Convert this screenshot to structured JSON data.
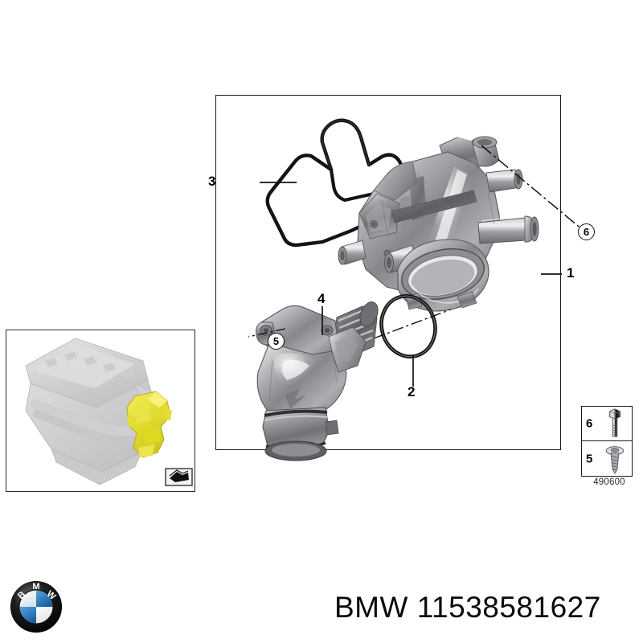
{
  "document": {
    "type": "parts-diagram",
    "brand": "BMW",
    "part_number": "11538581627",
    "footer_label": "BMW 11538581627",
    "diagram_reference": "490600"
  },
  "main_diagram": {
    "name": "thermostat-and-water-pump-housing-exploded-view",
    "callouts": [
      {
        "id": "1",
        "label": "1",
        "style": "plain",
        "target": "water pump / thermostat housing assembly"
      },
      {
        "id": "2",
        "label": "2",
        "style": "plain",
        "target": "o-ring seal"
      },
      {
        "id": "3",
        "label": "3",
        "style": "plain",
        "target": "profile gasket"
      },
      {
        "id": "4",
        "label": "4",
        "style": "plain",
        "target": "thermostat"
      },
      {
        "id": "5",
        "label": "5",
        "style": "circle",
        "target": "self-tapping screw with washer"
      },
      {
        "id": "6",
        "label": "6",
        "style": "circle",
        "target": "hex bolt"
      }
    ]
  },
  "legend": {
    "name": "fastener-legend",
    "caption": "490600",
    "rows": [
      {
        "number": "6",
        "icon": "hex-bolt-icon"
      },
      {
        "number": "5",
        "icon": "pan-head-screw-icon"
      }
    ]
  },
  "thumbnail": {
    "name": "engine-location-thumbnail",
    "description": "engine block with highlighted component",
    "highlight_color": "#e8e23c",
    "body_color": "#d8d8d8",
    "view_indicator": "view-direction-icon"
  },
  "logo": {
    "name": "bmw-roundel",
    "text_top": "B",
    "text_mid": "M",
    "text_end": "W",
    "ring_color": "#0b0b0b",
    "blue": "#2f7dc0",
    "white": "#ffffff"
  }
}
